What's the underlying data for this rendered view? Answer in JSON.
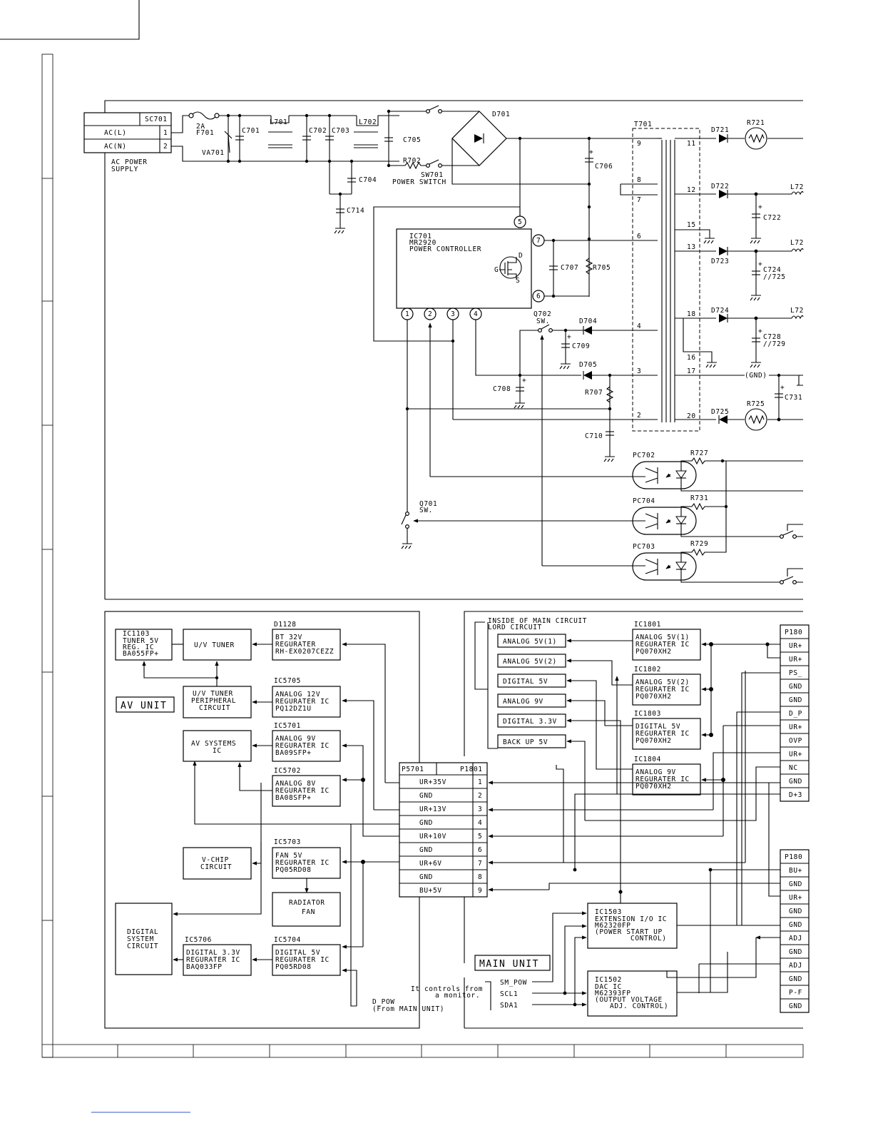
{
  "power_section": {
    "connector": {
      "ref": "SC701",
      "pins": [
        {
          "label": "AC(L)",
          "num": "1"
        },
        {
          "label": "AC(N)",
          "num": "2"
        }
      ],
      "caption": [
        "AC POWER",
        "SUPPLY"
      ]
    },
    "fuse": {
      "rating": "2A",
      "ref": "F701"
    },
    "varistor": "VA701",
    "caps": [
      "C701",
      "C702",
      "C703",
      "C704",
      "C705",
      "C706",
      "C707",
      "C708",
      "C709",
      "C710",
      "C714",
      "C722",
      "C724",
      "//725",
      "C728",
      "//729",
      "C731"
    ],
    "coils": [
      "L701",
      "L702"
    ],
    "resistors": [
      "R702",
      "R705",
      "R707",
      "R721",
      "R725",
      "R727",
      "R729",
      "R731"
    ],
    "switch": {
      "ref": "SW701",
      "label": "POWER SWITCH"
    },
    "bridge": "D701",
    "transformer": {
      "ref": "T701",
      "pins_primary": [
        "9",
        "8",
        "7",
        "6",
        "4",
        "3",
        "2"
      ],
      "pins_secondary": [
        "11",
        "12",
        "15",
        "13",
        "18",
        "16",
        "17",
        "20"
      ],
      "gnd_label": "(GND)"
    },
    "controller": {
      "ref": "IC701",
      "part": "MR2920",
      "name": "POWER CONTROLLER",
      "pins": [
        "1",
        "2",
        "3",
        "4",
        "5",
        "6",
        "7"
      ],
      "fet": [
        "G",
        "D",
        "S"
      ]
    },
    "diodes": [
      "D704",
      "D705",
      "D721",
      "D722",
      "D723",
      "D724",
      "D725"
    ],
    "coil_refs": [
      "L72",
      "L72",
      "L72"
    ],
    "switches": [
      {
        "ref": "Q702",
        "label": "SW."
      },
      {
        "ref": "Q701",
        "label": "SW."
      }
    ],
    "optocouplers": [
      "PC702",
      "PC704",
      "PC703"
    ]
  },
  "av_unit": {
    "label": "AV UNIT",
    "blocks": [
      {
        "ref": "IC1103",
        "lines": [
          "TUNER 5V",
          "REG. IC",
          "BA055FP+"
        ]
      },
      {
        "ref": "",
        "lines": [
          "U/V TUNER"
        ]
      },
      {
        "ref": "D1128",
        "lines": [
          "BT 32V",
          "REGURATER",
          "RH-EX0207CEZZ"
        ]
      },
      {
        "ref": "",
        "lines": [
          "U/V TUNER",
          "PERIPHERAL",
          "CIRCUIT"
        ]
      },
      {
        "ref": "IC5705",
        "lines": [
          "ANALOG 12V",
          "REGURATER IC",
          "PQ12DZ1U"
        ]
      },
      {
        "ref": "",
        "lines": [
          "AV SYSTEMS",
          "IC"
        ]
      },
      {
        "ref": "IC5701",
        "lines": [
          "ANALOG 9V",
          "REGURATER IC",
          "BA09SFP+"
        ]
      },
      {
        "ref": "IC5702",
        "lines": [
          "ANALOG 8V",
          "REGURATER IC",
          "BA08SFP+"
        ]
      },
      {
        "ref": "",
        "lines": [
          "V-CHIP",
          "CIRCUIT"
        ]
      },
      {
        "ref": "IC5703",
        "lines": [
          "FAN 5V",
          "REGURATER IC",
          "PQ05RD08"
        ]
      },
      {
        "ref": "",
        "lines": [
          "RADIATOR",
          "FAN"
        ]
      },
      {
        "ref": "",
        "lines": [
          "DIGITAL",
          "SYSTEM",
          "CIRCUIT"
        ]
      },
      {
        "ref": "IC5706",
        "lines": [
          "DIGITAL 3.3V",
          "REGURATER IC",
          "BAQ033FP"
        ]
      },
      {
        "ref": "IC5704",
        "lines": [
          "DIGITAL 5V",
          "REGURATER IC",
          "PQ05RD08"
        ]
      }
    ],
    "d_pow": [
      "D_POW",
      "(From MAIN UNIT)"
    ]
  },
  "connector_block": {
    "left": "P5701",
    "right": "P1801",
    "rows": [
      {
        "name": "UR+35V",
        "pin": "1"
      },
      {
        "name": "GND",
        "pin": "2"
      },
      {
        "name": "UR+13V",
        "pin": "3"
      },
      {
        "name": "GND",
        "pin": "4"
      },
      {
        "name": "UR+10V",
        "pin": "5"
      },
      {
        "name": "GND",
        "pin": "6"
      },
      {
        "name": "UR+6V",
        "pin": "7"
      },
      {
        "name": "GND",
        "pin": "8"
      },
      {
        "name": "BU+5V",
        "pin": "9"
      }
    ]
  },
  "main_unit": {
    "label": "MAIN UNIT",
    "inside_label": [
      "INSIDE OF MAIN CIRCUIT",
      "LORD CIRCUIT"
    ],
    "outputs": [
      "ANALOG 5V(1)",
      "ANALOG 5V(2)",
      "DIGITAL 5V",
      "ANALOG 9V",
      "DIGITAL 3.3V",
      "BACK UP 5V"
    ],
    "regulators": [
      {
        "ref": "IC1801",
        "lines": [
          "ANALOG 5V(1)",
          "REGURATER IC",
          "PQ070XH2"
        ]
      },
      {
        "ref": "IC1802",
        "lines": [
          "ANALOG 5V(2)",
          "REGURATER IC",
          "PQ070XH2"
        ]
      },
      {
        "ref": "IC1803",
        "lines": [
          "DIGITAL 5V",
          "REGURATER IC",
          "PQ070XH2"
        ]
      },
      {
        "ref": "IC1804",
        "lines": [
          "ANALOG 9V",
          "REGURATER IC",
          "PQ070XH2"
        ]
      }
    ],
    "ic1503": {
      "ref": "IC1503",
      "lines": [
        "EXTENSION I/O IC",
        "M62320FP",
        "(POWER START UP",
        "CONTROL)"
      ]
    },
    "ic1502": {
      "ref": "IC1502",
      "lines": [
        "DAC IC",
        "M62393FP",
        "(OUTPUT VOLTAGE",
        "ADJ. CONTROL)"
      ]
    },
    "signals": [
      "SM_POW",
      "SCL1",
      "SDA1"
    ],
    "note": [
      "It controls from",
      "a monitor."
    ],
    "right_conn_a": {
      "ref": "P180",
      "pins": [
        "UR+",
        "UR+",
        "PS_",
        "GND",
        "GND",
        "D_P",
        "UR+",
        "OVP",
        "UR+",
        "NC",
        "GND",
        "D+3"
      ]
    },
    "right_conn_b": {
      "ref": "P180",
      "pins": [
        "BU+",
        "GND",
        "UR+",
        "GND",
        "GND",
        "ADJ",
        "GND",
        "ADJ",
        "GND",
        "P-F",
        "GND"
      ]
    }
  }
}
